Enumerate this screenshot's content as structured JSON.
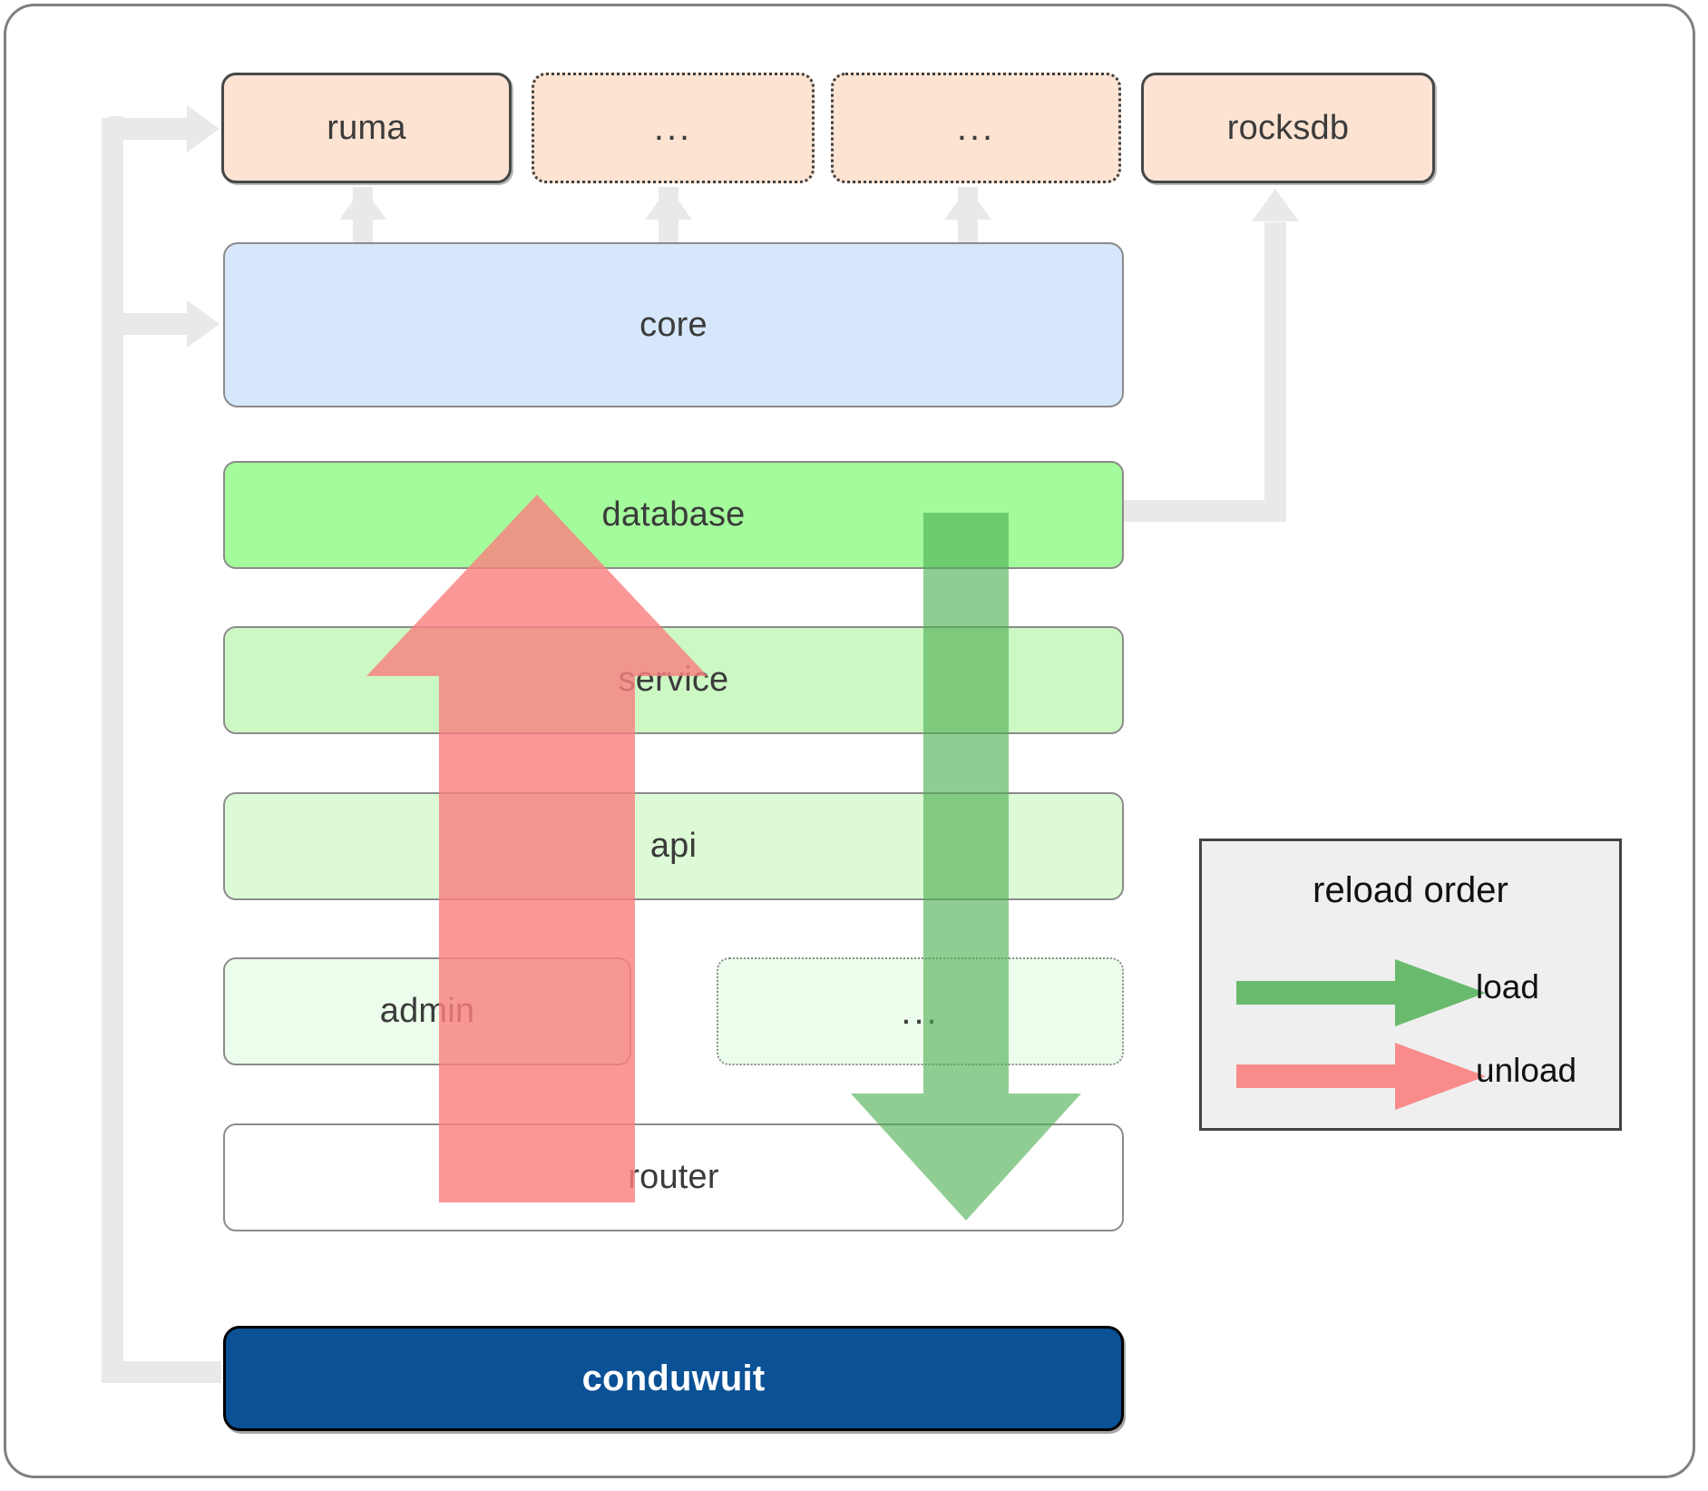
{
  "diagram": {
    "title": "conduwuit crate dependency and reload order",
    "colors": {
      "dependency_fill": "#fde3d1",
      "core_fill": "#d6e7fb",
      "database_fill": "#a4fb9b",
      "service_fill": "#ccf8c4",
      "api_fill": "#ddfad6",
      "admin_fill": "#edfdeb",
      "router_fill": "#ffffff",
      "app_fill": "#0b5196",
      "connector": "#e9e9e9",
      "load_arrow": "#4caf50",
      "unload_arrow": "#f98080",
      "legend_bg": "#efefef"
    },
    "dependencies": [
      {
        "id": "ruma",
        "label": "ruma",
        "style": "solid"
      },
      {
        "id": "dep-ellipsis-1",
        "label": "...",
        "style": "dotted"
      },
      {
        "id": "dep-ellipsis-2",
        "label": "...",
        "style": "dotted"
      },
      {
        "id": "rocksdb",
        "label": "rocksdb",
        "style": "solid"
      }
    ],
    "layers": [
      {
        "id": "core",
        "label": "core"
      },
      {
        "id": "database",
        "label": "database"
      },
      {
        "id": "service",
        "label": "service"
      },
      {
        "id": "api",
        "label": "api"
      },
      {
        "id": "admin",
        "label": "admin"
      },
      {
        "id": "layer-ellipsis",
        "label": "...",
        "style": "dotted"
      },
      {
        "id": "router",
        "label": "router"
      }
    ],
    "app": {
      "id": "conduwuit",
      "label": "conduwuit"
    },
    "legend": {
      "title": "reload order",
      "entries": [
        {
          "id": "load",
          "label": "load",
          "color": "#4caf50"
        },
        {
          "id": "unload",
          "label": "unload",
          "color": "#f98080"
        }
      ]
    }
  }
}
